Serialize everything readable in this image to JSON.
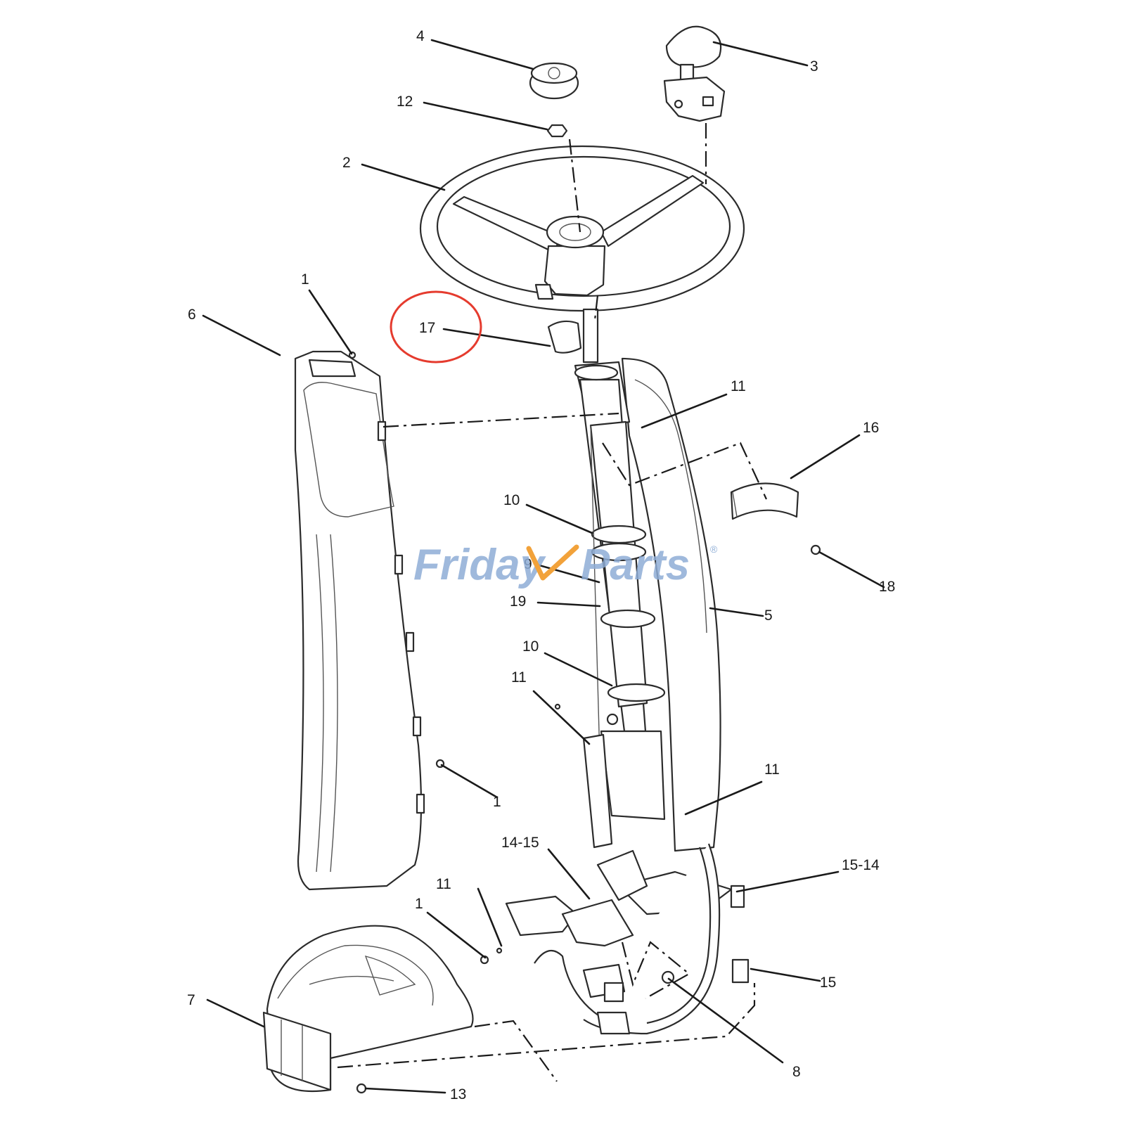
{
  "diagram": {
    "callouts": {
      "c1a": "1",
      "c1b": "1",
      "c1c": "1",
      "c2": "2",
      "c3": "3",
      "c4": "4",
      "c5": "5",
      "c6": "6",
      "c7": "7",
      "c8": "8",
      "c9": "9",
      "c10a": "10",
      "c10b": "10",
      "c11a": "11",
      "c11b": "11",
      "c11c": "11",
      "c11d": "11",
      "c12": "12",
      "c13": "13",
      "c14_15": "14-15",
      "c15_14": "15-14",
      "c15": "15",
      "c16": "16",
      "c17": "17",
      "c18": "18",
      "c19": "19"
    },
    "highlight": {
      "label": "17",
      "color": "#e53b2e"
    }
  },
  "watermark": {
    "brand_left": "Friday",
    "brand_right": "Parts",
    "registered": "®",
    "color": "#8eadd6",
    "accent_color": "#f2a23a"
  }
}
